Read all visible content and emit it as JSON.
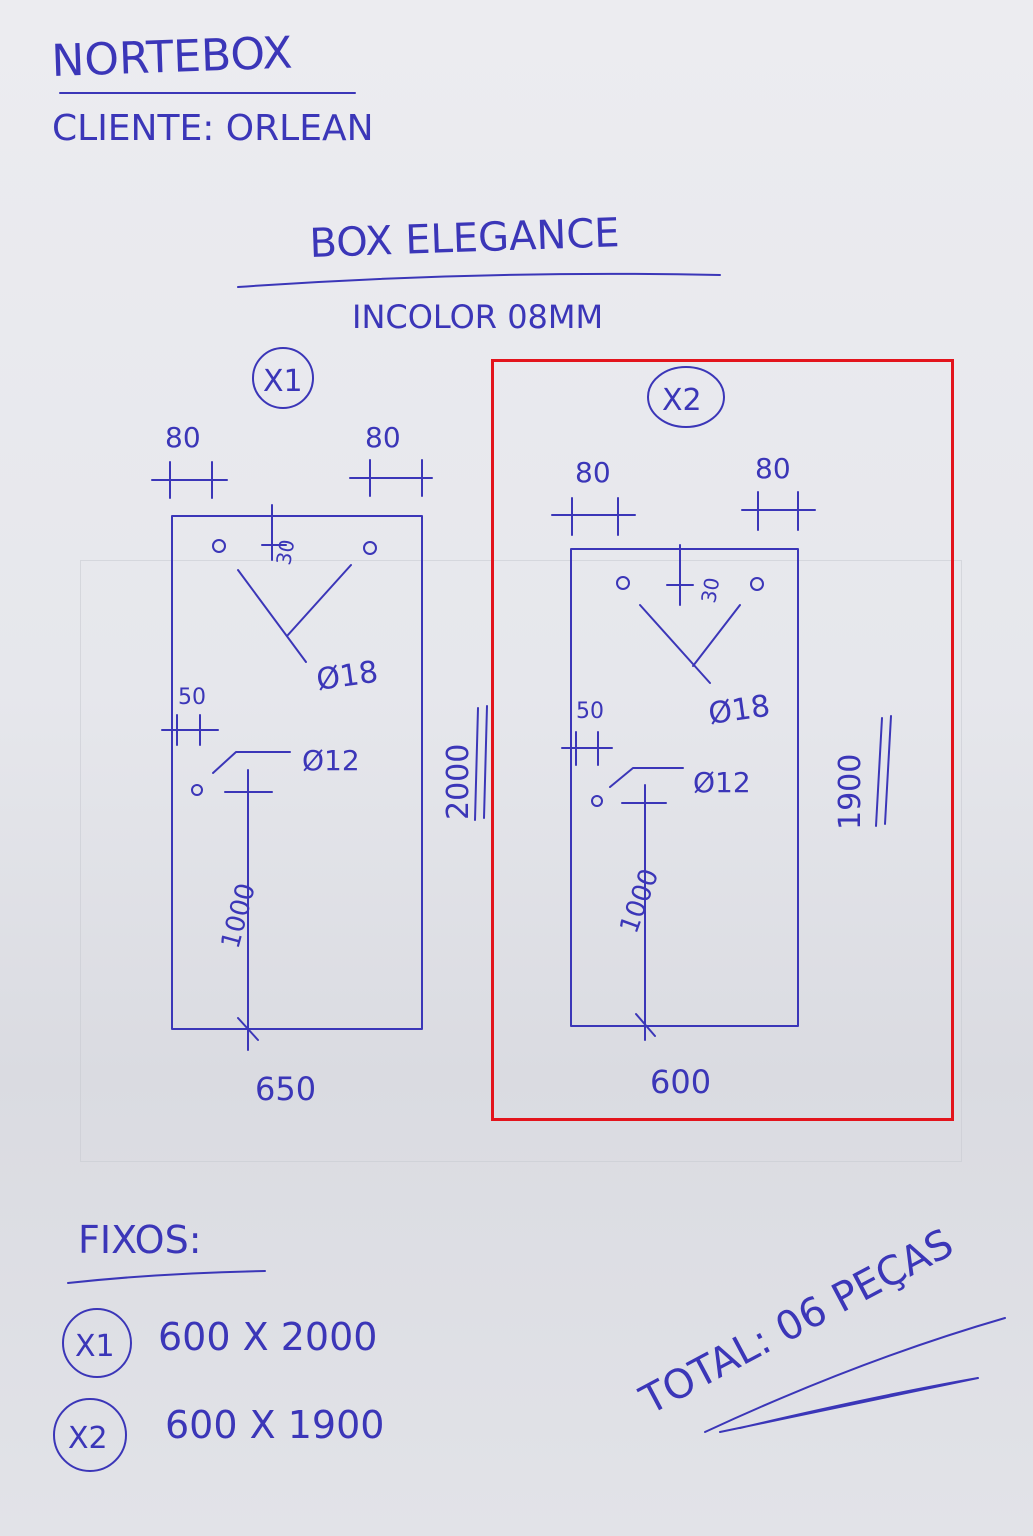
{
  "header": {
    "company": "NORTEBOX",
    "client": "CLIENTE: ORLEAN"
  },
  "title": "BOX ELEGANCE",
  "glass": "INCOLOR 08MM",
  "panel_a": {
    "qty": "X1",
    "dim_top_left": "80",
    "dim_top_right": "80",
    "dim_hole_top": "30",
    "dim_hole_big": "Ø18",
    "dim_side": "50",
    "dim_hole_small": "Ø12",
    "dim_height_handle": "1000",
    "dim_height": "2000",
    "dim_width": "650"
  },
  "panel_b": {
    "qty": "X2",
    "dim_top_left": "80",
    "dim_top_right": "80",
    "dim_hole_top": "30",
    "dim_hole_big": "Ø18",
    "dim_side": "50",
    "dim_hole_small": "Ø12",
    "dim_height_handle": "1000",
    "dim_height": "1900",
    "dim_width": "600"
  },
  "fixos": {
    "title": "FIXOS:",
    "items": [
      {
        "qty": "X1",
        "size": "600 X 2000"
      },
      {
        "qty": "X2",
        "size": "600 X 1900"
      }
    ]
  },
  "total": "TOTAL: 06 PEÇAS",
  "colors": {
    "ink": "#3b36b8",
    "highlight": "#e3141c",
    "paper": "#e6e7ec"
  }
}
